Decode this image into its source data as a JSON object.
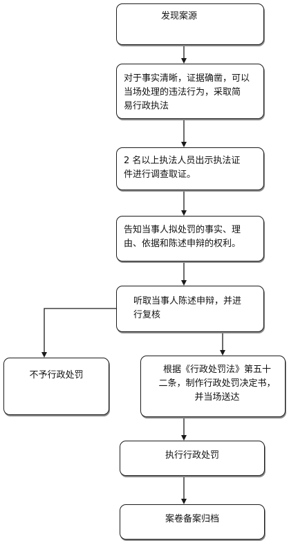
{
  "flowchart": {
    "steps": {
      "discover": "发现案源",
      "simple_procedure": "对于事实清晰，证据确凿，可以\n当场处理的违法行为，采取简\n易行政执法",
      "investigate": "2 名以上执法人员出示执法证\n件进行调查取证。",
      "notify": "告知当事人拟处罚的事实、理\n由、依据和陈述申辩的权利。",
      "hear": "听取当事人陈述申辩，并进\n行复核",
      "no_penalty": "不予行政处罚",
      "decision": "根据《行政处罚法》第五十\n二条，制作行政处罚决定书，\n并当场送达",
      "execute": "执行行政处罚",
      "archive": "案卷备案归档"
    }
  }
}
